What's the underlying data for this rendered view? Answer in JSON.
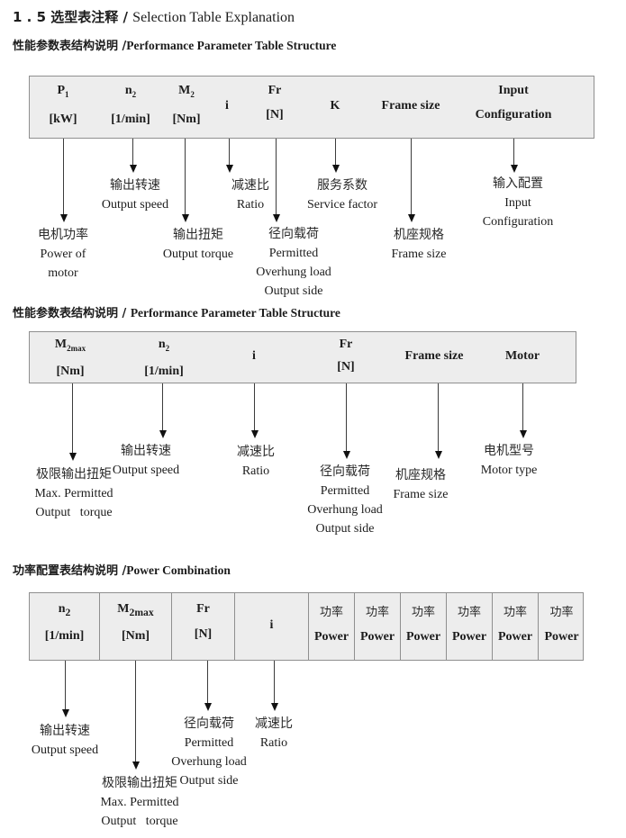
{
  "page": {
    "title_cn": "1 . 5 选型表注释 / ",
    "title_en": "Selection Table Explanation"
  },
  "colors": {
    "table_fill": "#ededed",
    "table_border": "#8f8f8f",
    "text": "#1c1c1c"
  },
  "sections": [
    {
      "heading_cn": "性能参数表结构说明 /",
      "heading_en": "Performance Parameter Table Structure",
      "columns": [
        {
          "base": "P",
          "sub": "1",
          "unit": "[kW]"
        },
        {
          "base": "n",
          "sub": "2",
          "unit": "[1/min]"
        },
        {
          "base": "M",
          "sub": "2",
          "unit": "[Nm]"
        },
        {
          "base": "i"
        },
        {
          "base": "Fr",
          "unit": "[N]"
        },
        {
          "base": "K"
        },
        {
          "base": "Frame size"
        },
        {
          "base": "Input",
          "unit": "Configuration"
        }
      ],
      "callouts": [
        {
          "cn": "电机功率",
          "en": [
            "Power of",
            "motor"
          ]
        },
        {
          "cn": "输出转速",
          "en": [
            "Output speed"
          ]
        },
        {
          "cn": "输出扭矩",
          "en": [
            "Output torque"
          ]
        },
        {
          "cn": "减速比",
          "en": [
            "Ratio"
          ]
        },
        {
          "cn": "径向载荷",
          "en": [
            "Permitted",
            "Overhung load",
            "Output side"
          ]
        },
        {
          "cn": "服务系数",
          "en": [
            "Service factor"
          ]
        },
        {
          "cn": "机座规格",
          "en": [
            "Frame size"
          ]
        },
        {
          "cn": "输入配置",
          "en": [
            "Input",
            "Configuration"
          ]
        }
      ]
    },
    {
      "heading_cn": "性能参数表结构说明 / ",
      "heading_en": "Performance Parameter Table Structure",
      "columns": [
        {
          "base": "M",
          "sub": "2max",
          "unit": "[Nm]"
        },
        {
          "base": "n",
          "sub": "2",
          "unit": "[1/min]"
        },
        {
          "base": "i"
        },
        {
          "base": "Fr",
          "unit": "[N]"
        },
        {
          "base": "Frame size"
        },
        {
          "base": "Motor"
        }
      ],
      "callouts": [
        {
          "cn": "极限输出扭矩",
          "en": [
            "Max. Permitted",
            "Output   torque"
          ]
        },
        {
          "cn": "输出转速",
          "en": [
            "Output speed"
          ]
        },
        {
          "cn": "减速比",
          "en": [
            "Ratio"
          ]
        },
        {
          "cn": "径向载荷",
          "en": [
            "Permitted",
            "Overhung load",
            "Output side"
          ]
        },
        {
          "cn": "机座规格",
          "en": [
            "Frame size"
          ]
        },
        {
          "cn": "电机型号",
          "en": [
            "Motor type"
          ]
        }
      ]
    },
    {
      "heading_cn": "功率配置表结构说明 /",
      "heading_en": "Power Combination",
      "columns": [
        {
          "base": "n",
          "sub": "2",
          "unit": "[1/min]"
        },
        {
          "base": "M",
          "sub": "2max",
          "unit": "[Nm]"
        },
        {
          "base": "Fr",
          "unit": "[N]"
        },
        {
          "base": "i"
        },
        {
          "cn": "功率",
          "en": "Power"
        },
        {
          "cn": "功率",
          "en": "Power"
        },
        {
          "cn": "功率",
          "en": "Power"
        },
        {
          "cn": "功率",
          "en": "Power"
        },
        {
          "cn": "功率",
          "en": "Power"
        },
        {
          "cn": "功率",
          "en": "Power"
        }
      ],
      "callouts": [
        {
          "cn": "输出转速",
          "en": [
            "Output speed"
          ]
        },
        {
          "cn": "极限输出扭矩",
          "en": [
            "Max. Permitted",
            "Output   torque"
          ]
        },
        {
          "cn": "径向载荷",
          "en": [
            "Permitted",
            "Overhung load",
            "Output side"
          ]
        },
        {
          "cn": "减速比",
          "en": [
            "Ratio"
          ]
        }
      ]
    }
  ]
}
